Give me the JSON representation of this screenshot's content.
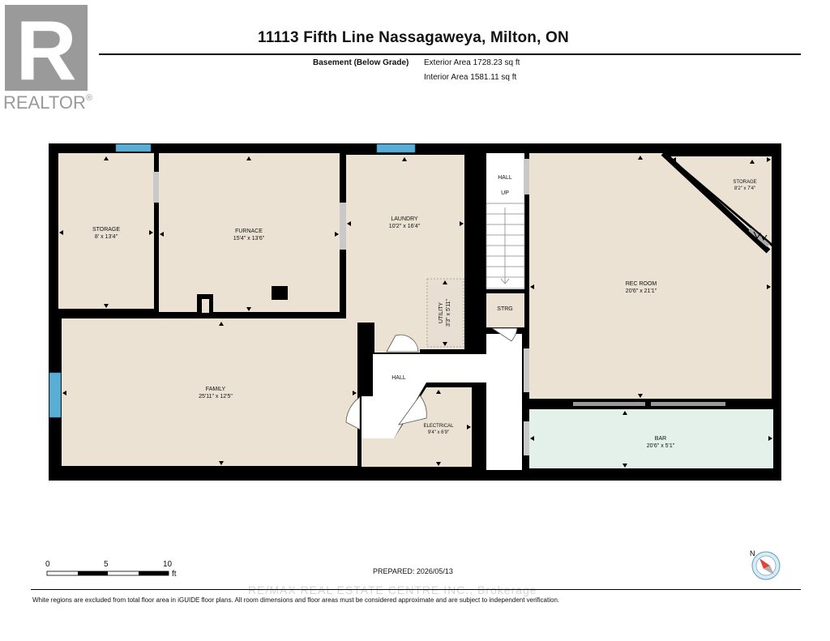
{
  "brand": {
    "logo_letter": "R",
    "name": "REALTOR",
    "mark": "®"
  },
  "header": {
    "title": "11113 Fifth Line Nassagaweya, Milton, ON",
    "level": "Basement (Below Grade)",
    "exterior_area": "Exterior Area 1728.23 sq ft",
    "interior_area": "Interior Area 1581.11 sq ft"
  },
  "rooms": {
    "storage_left": {
      "name": "STORAGE",
      "dims": "8' x 13'4\""
    },
    "furnace": {
      "name": "FURNACE",
      "dims": "15'4\" x 13'6\""
    },
    "laundry": {
      "name": "LAUNDRY",
      "dims": "10'2\" x 16'4\""
    },
    "utility": {
      "name": "UTILITY",
      "dims": "3'3\" x 5'11\""
    },
    "hall_top": {
      "name": "HALL",
      "stair": "UP"
    },
    "strg": {
      "name": "STRG"
    },
    "rec_room": {
      "name": "REC ROOM",
      "dims": "20'6\" x 21'1\""
    },
    "storage_right": {
      "name": "STORAGE",
      "dims": "8'2\" x 7'4\""
    },
    "family": {
      "name": "FAMILY",
      "dims": "25'11\" x 12'5\""
    },
    "hall_mid": {
      "name": "HALL"
    },
    "electrical": {
      "name": "ELECTRICAL",
      "dims": "9'4\" x 6'9\""
    },
    "bar": {
      "name": "BAR",
      "dims": "20'6\" x 5'1\""
    }
  },
  "colors": {
    "wall": "#000000",
    "room_fill": "#ece2d3",
    "bar_fill": "#e3f1ea",
    "window": "#5aaed6",
    "hall_fill": "#ffffff"
  },
  "scale": {
    "labels": [
      "0",
      "5",
      "10"
    ],
    "unit": "ft"
  },
  "compass": {
    "letter": "N"
  },
  "footer": {
    "prepared": "PREPARED: 2026/05/13",
    "watermark": "RE/MAX REAL ESTATE CENTRE INC., Brokerage",
    "disclaimer": "White regions are excluded from total floor area in iGUIDE floor plans. All room dimensions and floor areas must be considered approximate and are subject to independent verification."
  }
}
